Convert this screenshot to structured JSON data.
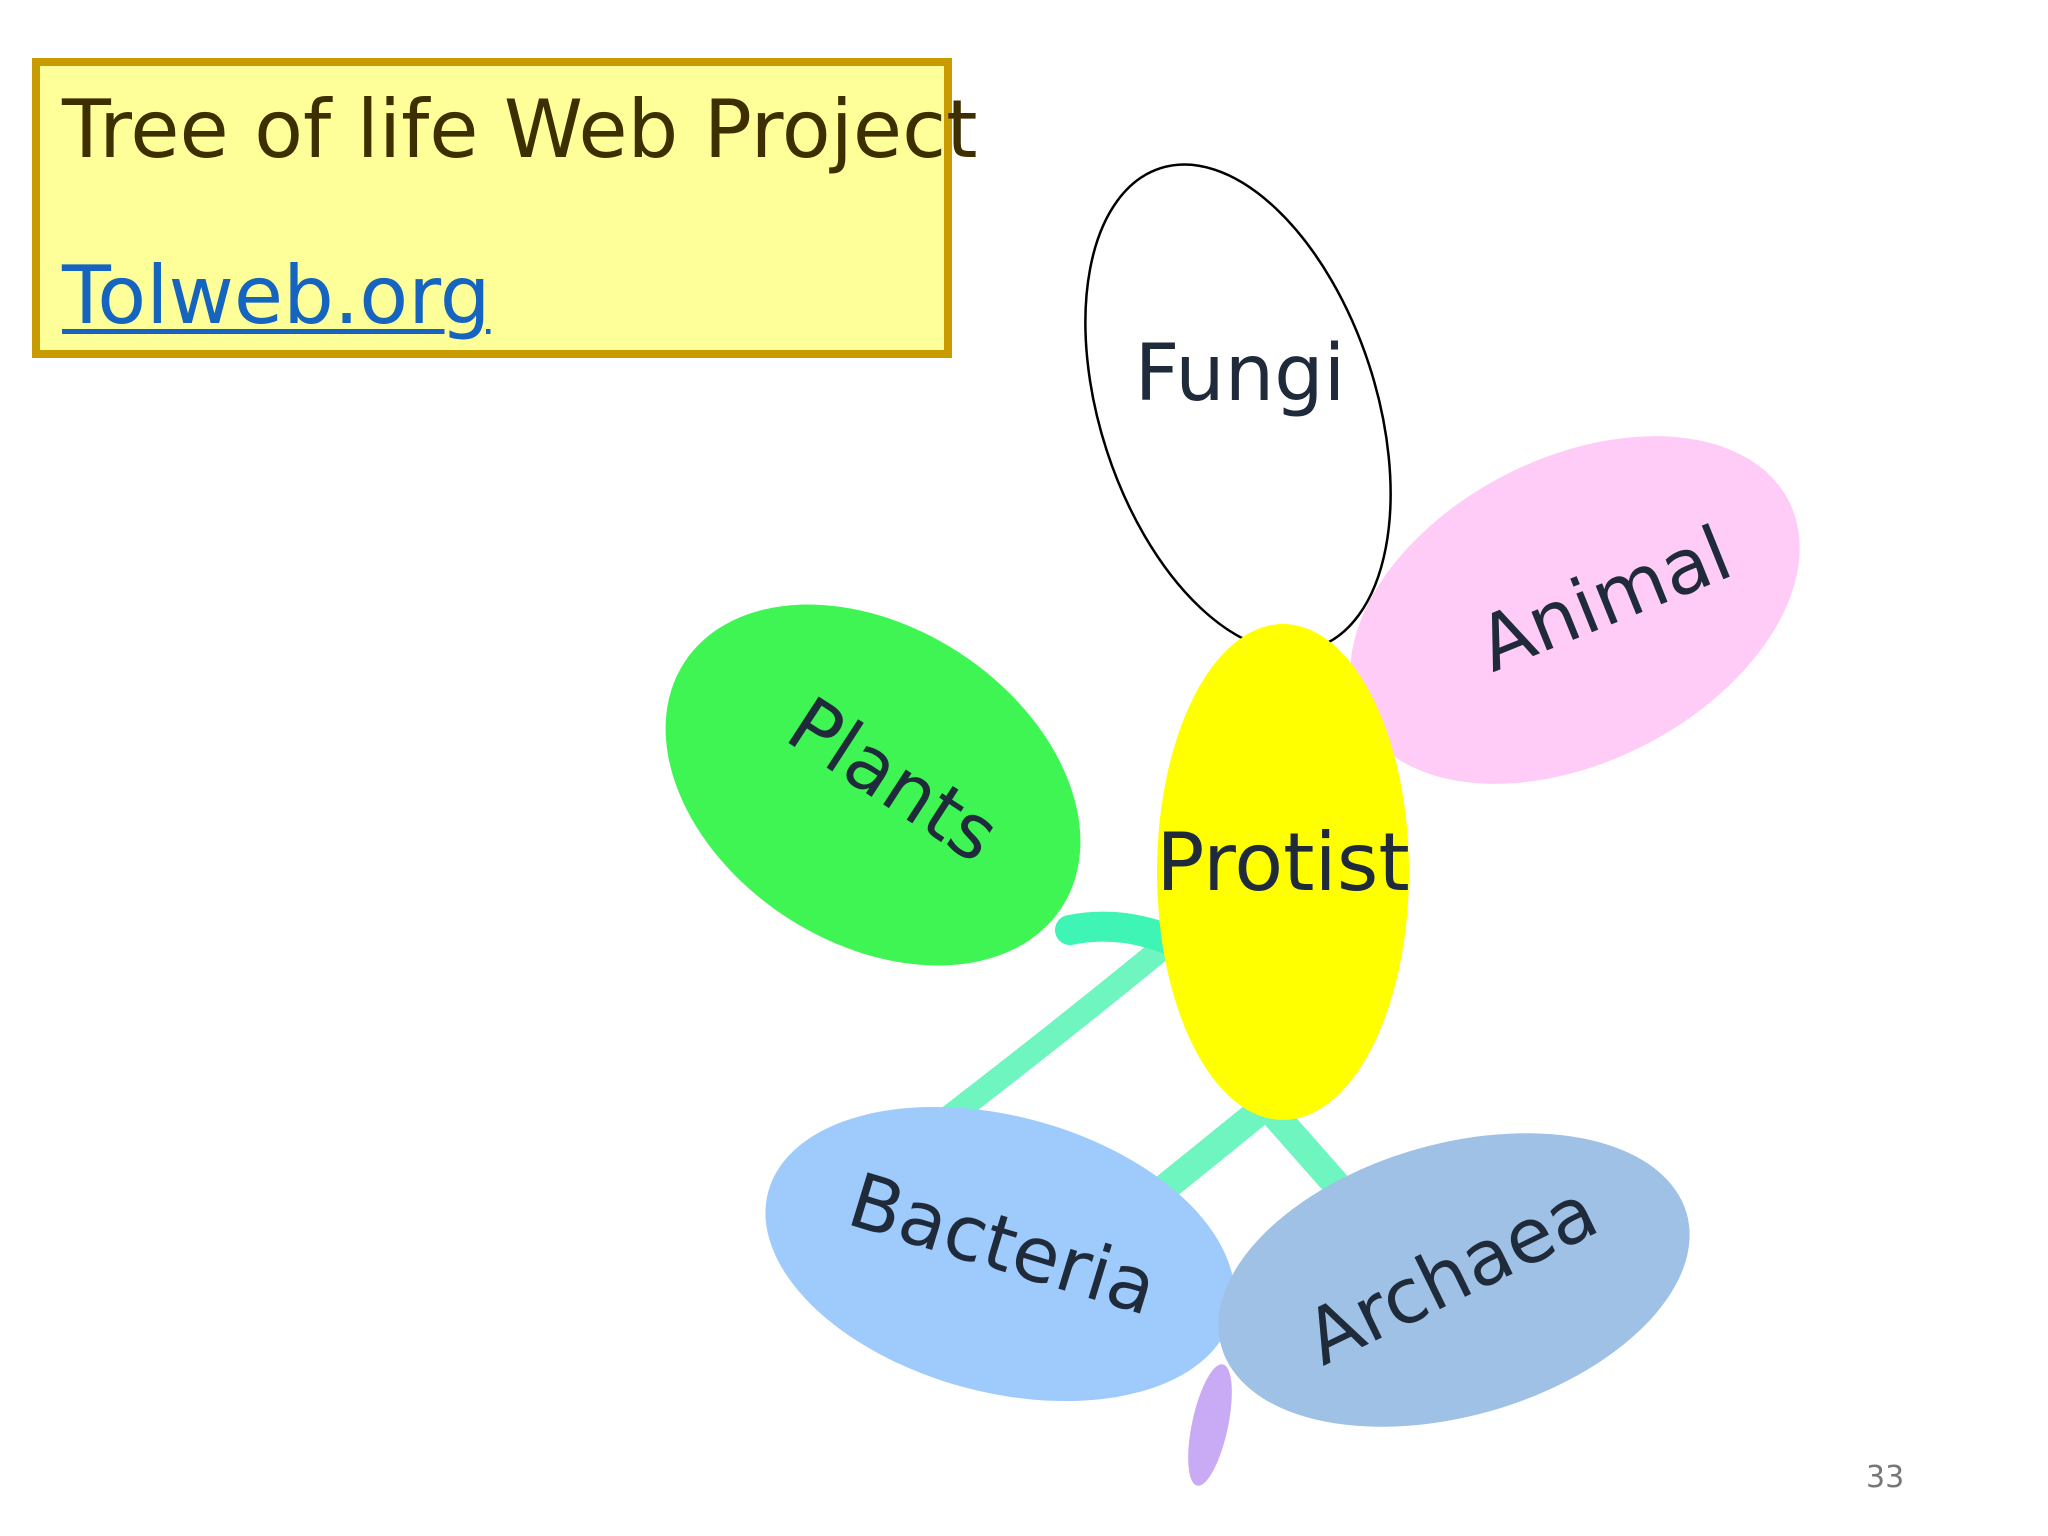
{
  "header": {
    "title": "Tree of life Web Project",
    "link": "Tolweb.org"
  },
  "diagram": {
    "nodes": {
      "fungi": {
        "label": "Fungi",
        "color": "#ffffff",
        "stroke": "#000000"
      },
      "animal": {
        "label": "Animal",
        "color": "#ffccf7"
      },
      "plants": {
        "label": "Plants",
        "color": "#3ff554"
      },
      "protist": {
        "label": "Protist",
        "color": "#ffff00"
      },
      "bacteria": {
        "label": "Bacteria",
        "color": "#9ecbfb"
      },
      "archaea": {
        "label": "Archaea",
        "color": "#9ec1e5"
      },
      "bud": {
        "label": "",
        "color": "#c8aaf5"
      }
    },
    "branch_colors": {
      "main": "#6ef5c0",
      "plants": "#3ff5b5"
    }
  },
  "footer": {
    "page_number": "33"
  }
}
